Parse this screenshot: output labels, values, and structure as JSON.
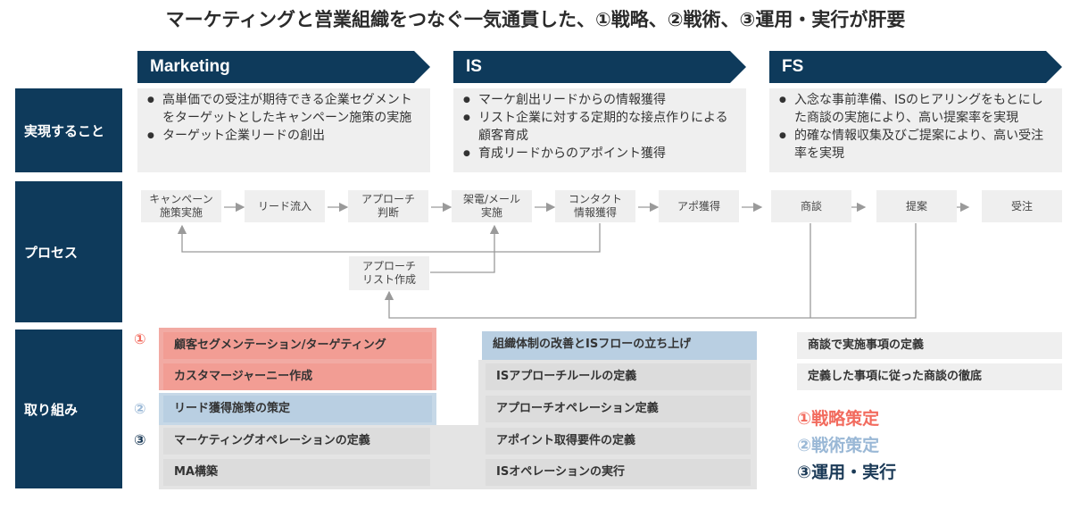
{
  "title": "マーケティングと営業組織をつなぐ一気通貫した、①戦略、②戦術、③運用・実行が肝要",
  "columns": [
    {
      "label": "Marketing"
    },
    {
      "label": "IS"
    },
    {
      "label": "FS"
    }
  ],
  "rows": {
    "realize": "実現すること",
    "process": "プロセス",
    "initiatives": "取り組み"
  },
  "realize": {
    "marketing": [
      "高単価での受注が期待できる企業セグメントをターゲットとしたキャンペーン施策の実施",
      "ターゲット企業リードの創出"
    ],
    "is": [
      "マーケ創出リードからの情報獲得",
      "リスト企業に対する定期的な接点作りによる顧客育成",
      "育成リードからのアポイント獲得"
    ],
    "fs": [
      "入念な事前準備、ISのヒアリングをもとにした商談の実施により、高い提案率を実現",
      "的確な情報収集及びご提案により、高い受注率を実現"
    ]
  },
  "process": {
    "steps": [
      {
        "line1": "キャンペーン",
        "line2": "施策実施"
      },
      {
        "line1": "リード流入",
        "line2": ""
      },
      {
        "line1": "アプローチ",
        "line2": "判断"
      },
      {
        "line1": "架電/メール",
        "line2": "実施"
      },
      {
        "line1": "コンタクト",
        "line2": "情報獲得"
      },
      {
        "line1": "アポ獲得",
        "line2": ""
      },
      {
        "line1": "商談",
        "line2": ""
      },
      {
        "line1": "提案",
        "line2": ""
      },
      {
        "line1": "受注",
        "line2": ""
      }
    ],
    "list_box": {
      "line1": "アプローチ",
      "line2": "リスト作成"
    }
  },
  "initiatives": {
    "numbers": [
      "①",
      "②",
      "③"
    ],
    "marketing": [
      "顧客セグメンテーション/ターゲティング",
      "カスタマージャーニー作成",
      "リード獲得施策の策定",
      "マーケティングオペレーションの定義",
      "MA構築"
    ],
    "is": [
      "組織体制の改善とISフローの立ち上げ",
      "ISアプローチルールの定義",
      "アプローチオペレーション定義",
      "アポイント取得要件の定義",
      "ISオペレーションの実行"
    ],
    "fs": [
      "商談で実施事項の定義",
      "定義した事項に従った商談の徹底"
    ]
  },
  "legend": [
    "①戦略策定",
    "②戦術策定",
    "③運用・実行"
  ],
  "colors": {
    "navy": "#0e3a5b",
    "strategy": "#f26b5e",
    "tactics": "#9ab8d6",
    "operation": "#1b3a57"
  }
}
